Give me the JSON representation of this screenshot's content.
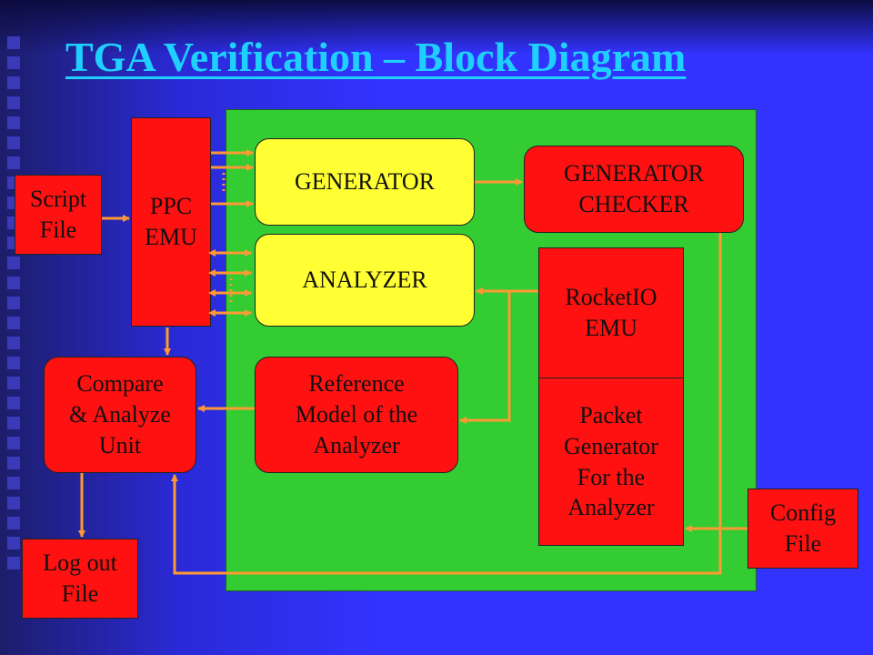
{
  "title": "TGA Verification – Block Diagram",
  "blocks": {
    "ppc_emu": "PPC\nEMU",
    "script_file": "Script\nFile",
    "generator": "GENERATOR",
    "analyzer": "ANALYZER",
    "generator_checker": "GENERATOR\nCHECKER",
    "rocketio_emu": "RocketIO\nEMU",
    "packet_generator": "Packet\nGenerator\nFor the\nAnalyzer",
    "compare_unit": "Compare\n& Analyze\nUnit",
    "reference_model": "Reference\nModel of the\nAnalyzer",
    "log_out_file": "Log out\nFile",
    "config_file": "Config\nFile"
  },
  "colors": {
    "background": "#3333ff",
    "title": "#1fd0ff",
    "board": "#33cc33",
    "block_red": "#ff1111",
    "block_yellow": "#ffff33",
    "wire": "#ff9933"
  }
}
